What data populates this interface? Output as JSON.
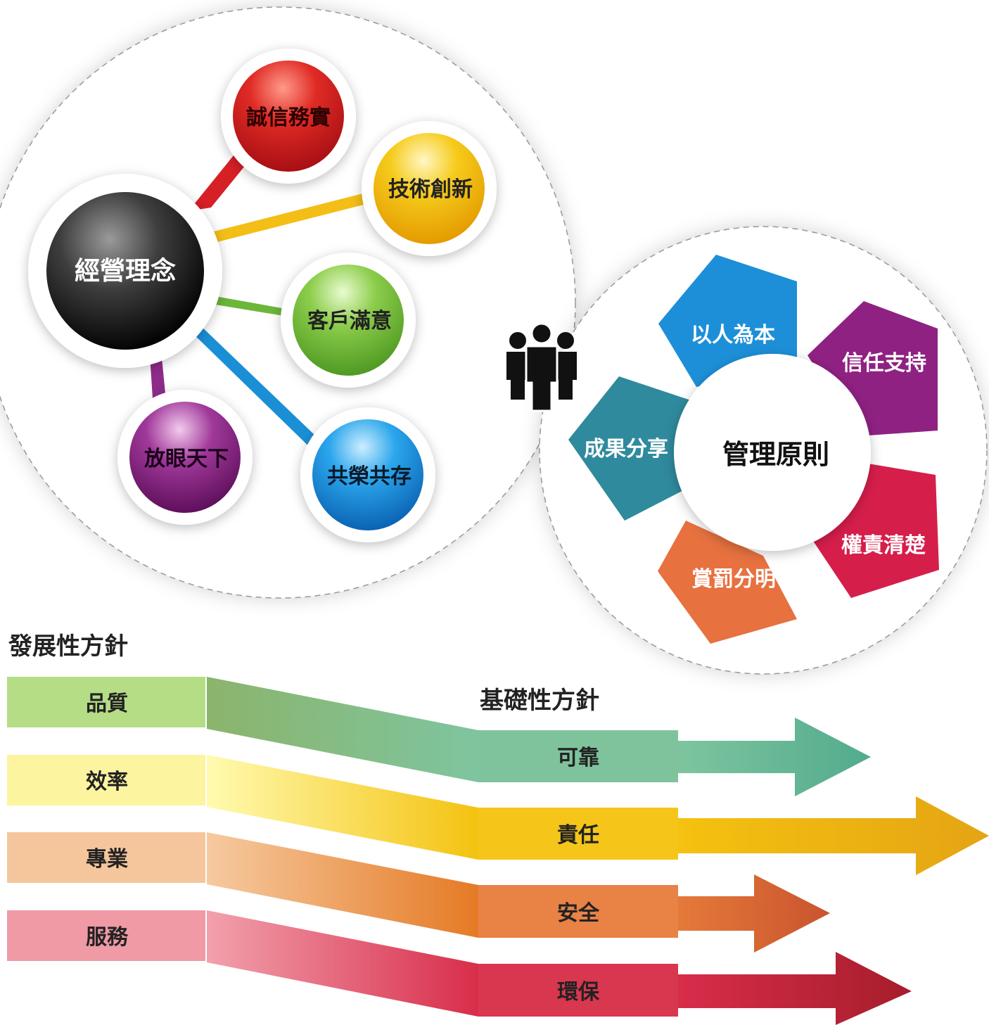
{
  "philosophy": {
    "center": "經營理念",
    "bubbles": [
      {
        "label": "誠信務實",
        "color": "#d71f26"
      },
      {
        "label": "技術創新",
        "color": "#f3be16"
      },
      {
        "label": "客戶滿意",
        "color": "#7cc142"
      },
      {
        "label": "共榮共存",
        "color": "#1a8fd6"
      },
      {
        "label": "放眼天下",
        "color": "#8e2b8a"
      }
    ]
  },
  "people_icon": "team-people-icon",
  "management": {
    "center": "管理原則",
    "petals": [
      {
        "label": "以人為本",
        "color": "#1d8fd8"
      },
      {
        "label": "信任支持",
        "color": "#8f2182"
      },
      {
        "label": "權責清楚",
        "color": "#d61e4b"
      },
      {
        "label": "賞罰分明",
        "color": "#e7713f"
      },
      {
        "label": "成果分享",
        "color": "#2f8a9d"
      }
    ]
  },
  "policies": {
    "development_title": "發展性方針",
    "foundation_title": "基礎性方針",
    "rows": [
      {
        "dev": "品質",
        "base": "可靠",
        "dev_color": "#b5dd86",
        "mid_color": "#7fc39d",
        "arrow_color": "#5fb394"
      },
      {
        "dev": "效率",
        "base": "責任",
        "dev_color": "#fdf4a0",
        "mid_color": "#f5c51a",
        "arrow_color": "#e3a10e"
      },
      {
        "dev": "專業",
        "base": "安全",
        "dev_color": "#f5c69c",
        "mid_color": "#e88245",
        "arrow_color": "#d05b32"
      },
      {
        "dev": "服務",
        "base": "環保",
        "dev_color": "#ef9aa5",
        "mid_color": "#d9364f",
        "arrow_color": "#b9232f"
      }
    ]
  }
}
